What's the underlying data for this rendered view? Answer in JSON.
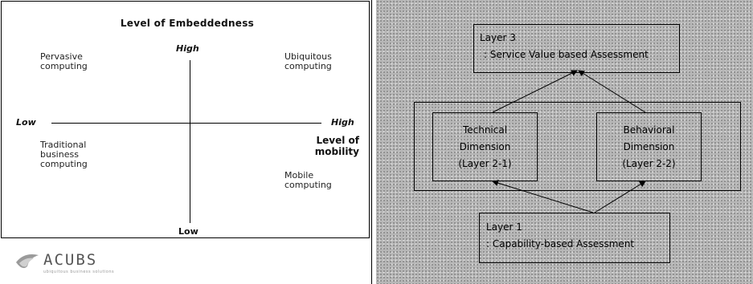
{
  "left_diagram": {
    "title": "Level of Embeddedness",
    "quadrants": {
      "top_left": "Pervasive\ncomputing",
      "top_right": "Ubiquitous\ncomputing",
      "bottom_left": "Traditional\nbusiness\ncomputing",
      "bottom_right": "Mobile\ncomputing"
    },
    "axis": {
      "y_high": "High",
      "y_low": "Low",
      "x_low": "Low",
      "x_high": "High",
      "x_title": "Level of\nmobility"
    },
    "logo": {
      "name": "ACUBS",
      "tagline": "ubiquitous business solutions"
    }
  },
  "right_diagram": {
    "layer3": {
      "line1": "Layer 3",
      "line2": ": Service Value based Assessment"
    },
    "technical": {
      "line1": "Technical",
      "line2": "Dimension",
      "line3": "(Layer 2-1)"
    },
    "behavioral": {
      "line1": "Behavioral",
      "line2": "Dimension",
      "line3": "(Layer 2-2)"
    },
    "layer1": {
      "line1": "Layer 1",
      "line2": ": Capability-based Assessment"
    }
  }
}
